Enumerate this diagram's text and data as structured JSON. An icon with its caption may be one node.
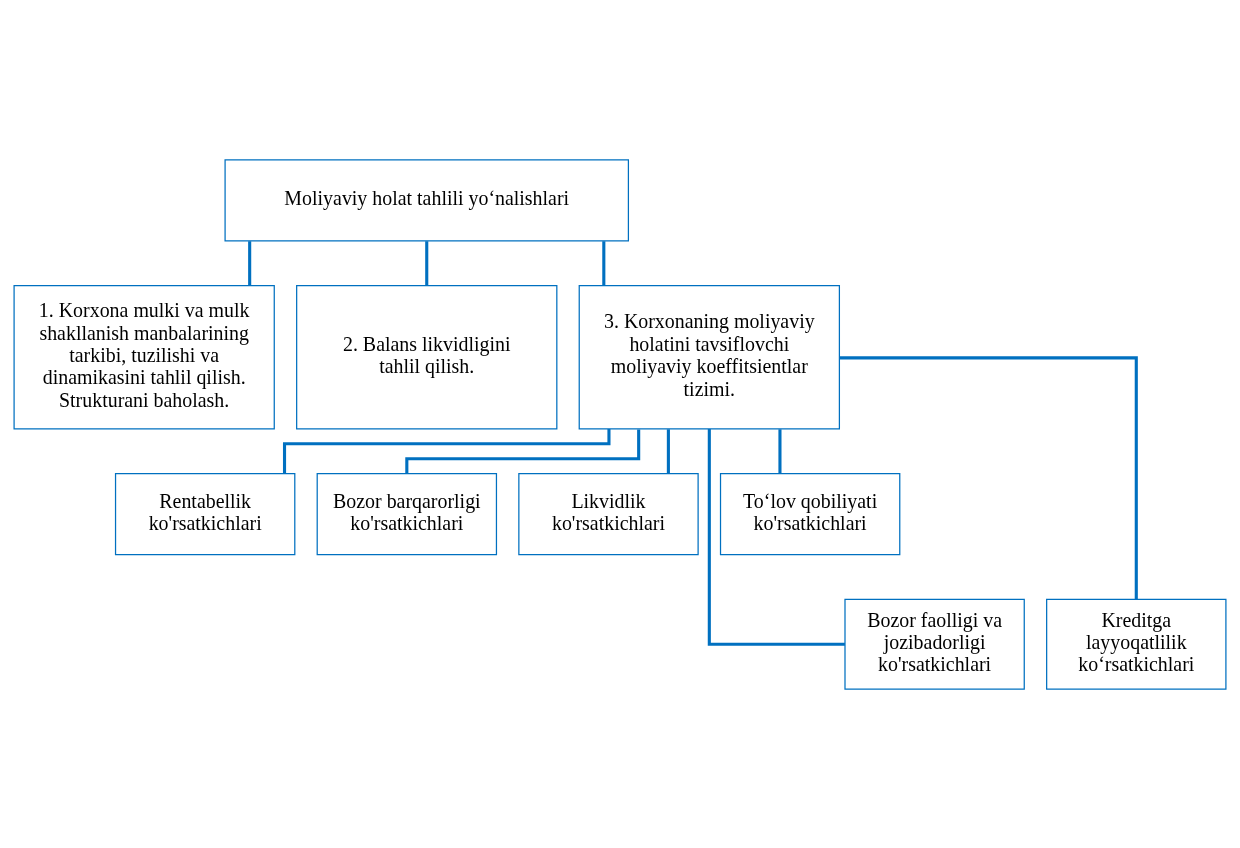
{
  "diagram": {
    "nodes": [
      {
        "text": [
          "Moliyaviy holat tahlili yo‘nalishlari"
        ]
      },
      {
        "text": [
          "1. Korxona mulki va mulk shakllanish manbalarining tarkibi, tuzilishi va dinamikasini tahlil qilish. Strukturani baholash."
        ]
      },
      {
        "text": [
          "2. Balans likvidligini tahlil qilish."
        ]
      },
      {
        "text": [
          "3. Korxonaning moliyaviy holatini tavsiflovchi moliyaviy koeffitsientlar tizimi."
        ]
      },
      {
        "text": [
          "Rentabellik ko'rsatkichlari"
        ]
      },
      {
        "text": [
          "Bozor barqarorligi ko'rsatkichlari"
        ]
      },
      {
        "text": [
          "Likvidlik ko'rsatkichlari"
        ]
      },
      {
        "text": [
          "To‘lov qobiliyati ko'rsatkichlari"
        ]
      },
      {
        "text": [
          "Bozor faolligi va jozibadorligi ko'rsatkichlari"
        ]
      },
      {
        "text": [
          "Kreditga layyoqatlilik ko‘rsatkichlari"
        ]
      }
    ],
    "edges": [
      {
        "from": 0,
        "to": 1,
        "arrow": "none"
      },
      {
        "from": 0,
        "to": 2,
        "arrow": "none"
      },
      {
        "from": 0,
        "to": 3,
        "arrow": "none"
      },
      {
        "from": 3,
        "to": 4,
        "arrow": "none"
      },
      {
        "from": 3,
        "to": 8,
        "arrow": "none"
      },
      {
        "from": 3,
        "to": 5,
        "arrow": "none"
      },
      {
        "from": 3,
        "to": 6,
        "arrow": "none"
      },
      {
        "from": 3,
        "to": 9,
        "arrow": "none"
      },
      {
        "from": 3,
        "to": 7,
        "arrow": "none"
      }
    ]
  }
}
